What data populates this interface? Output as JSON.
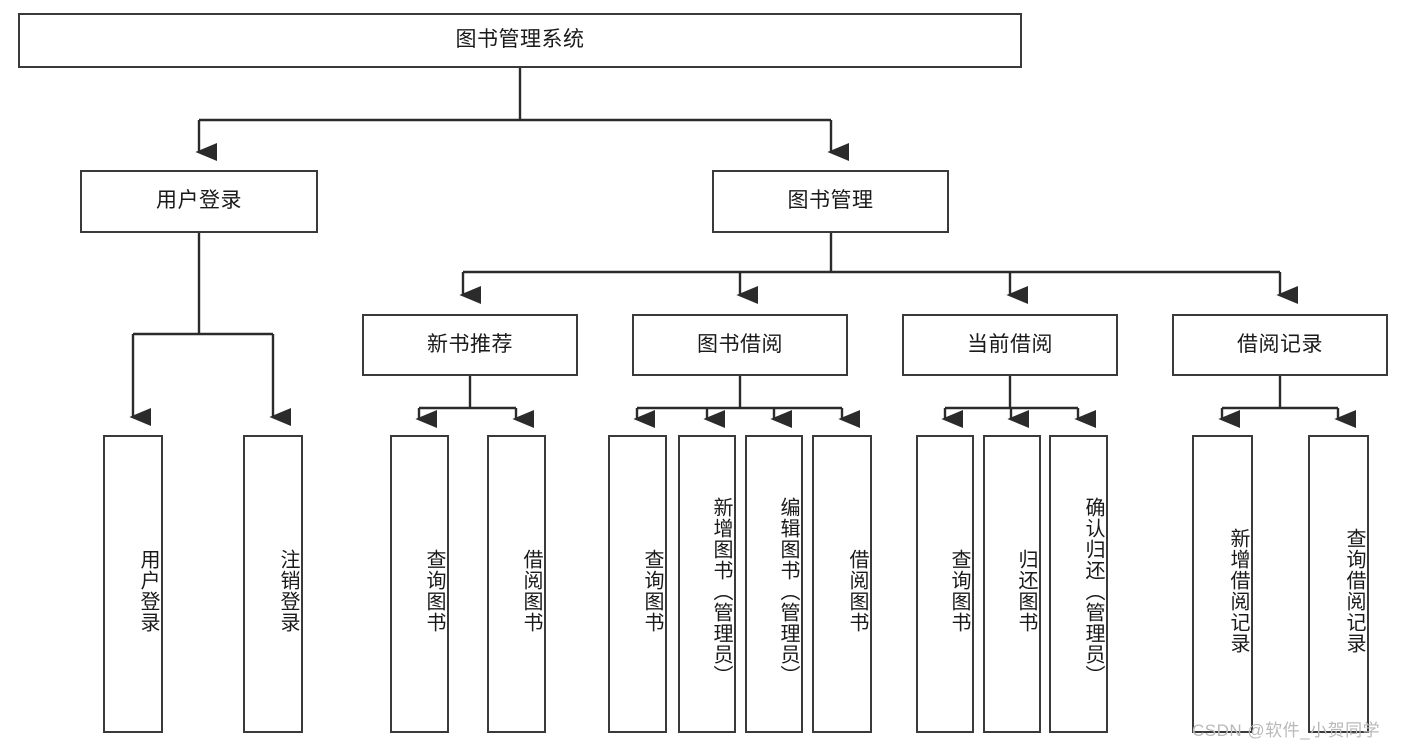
{
  "diagram": {
    "title": "图书管理系统",
    "type": "tree-hierarchy",
    "orientation": "top-down",
    "colors": {
      "box_border": "#3a3a3a",
      "box_fill": "#ffffff",
      "connector": "#2b2b2b",
      "text": "#1a1a1a",
      "watermark": "#b9b9b9",
      "page_background": "#ffffff"
    },
    "root": {
      "label": "图书管理系统"
    },
    "level2": [
      {
        "label": "用户登录"
      },
      {
        "label": "图书管理"
      }
    ],
    "level3": [
      {
        "label": "新书推荐"
      },
      {
        "label": "图书借阅"
      },
      {
        "label": "当前借阅"
      },
      {
        "label": "借阅记录"
      }
    ],
    "leaves": {
      "user_login": [
        {
          "label": "用户登录"
        },
        {
          "label": "注销登录"
        }
      ],
      "new_book_recommend": [
        {
          "label": "查询图书"
        },
        {
          "label": "借阅图书"
        }
      ],
      "book_borrow": [
        {
          "label": "查询图书"
        },
        {
          "label": "新增图书（管理员）"
        },
        {
          "label": "编辑图书（管理员）"
        },
        {
          "label": "借阅图书"
        }
      ],
      "current_borrow": [
        {
          "label": "查询图书"
        },
        {
          "label": "归还图书"
        },
        {
          "label": "确认归还（管理员）"
        }
      ],
      "borrow_record": [
        {
          "label": "新增借阅记录"
        },
        {
          "label": "查询借阅记录"
        }
      ]
    },
    "watermark": "CSDN @软件_小贺同学"
  }
}
